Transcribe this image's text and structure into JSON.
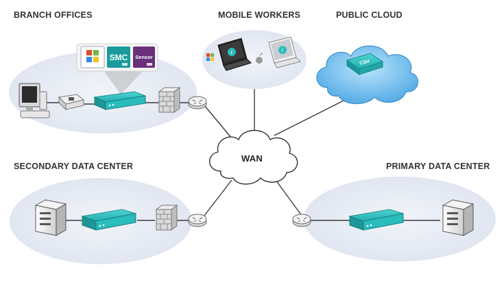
{
  "labels": {
    "branch_offices": "BRANCH OFFICES",
    "mobile_workers": "MOBILE WORKERS",
    "public_cloud": "PUBLIC CLOUD",
    "secondary_dc": "SECONDARY DATA CENTER",
    "primary_dc": "PRIMARY DATA CENTER",
    "wan": "WAN"
  },
  "popup_tiles": {
    "smc": "SMC",
    "sensor": "Sensor"
  },
  "cloud_appliance": "CSH",
  "colors": {
    "zone_fill": "#e4e9f3",
    "appliance_teal": "#2bbcbc",
    "cloud_blue": "#5bb3ea",
    "line": "#3a3a3a",
    "router": "#d8d8d8",
    "firewall": "#c8c8c8",
    "purple_tile": "#6b2f7a",
    "teal_tile": "#1a9b9b"
  },
  "icons": [
    "desktop-pc-icon",
    "switch-icon",
    "appliance-icon",
    "firewall-icon",
    "router-icon",
    "laptop-icon",
    "windows-logo-icon",
    "apple-logo-icon",
    "cloud-icon",
    "server-icon"
  ]
}
